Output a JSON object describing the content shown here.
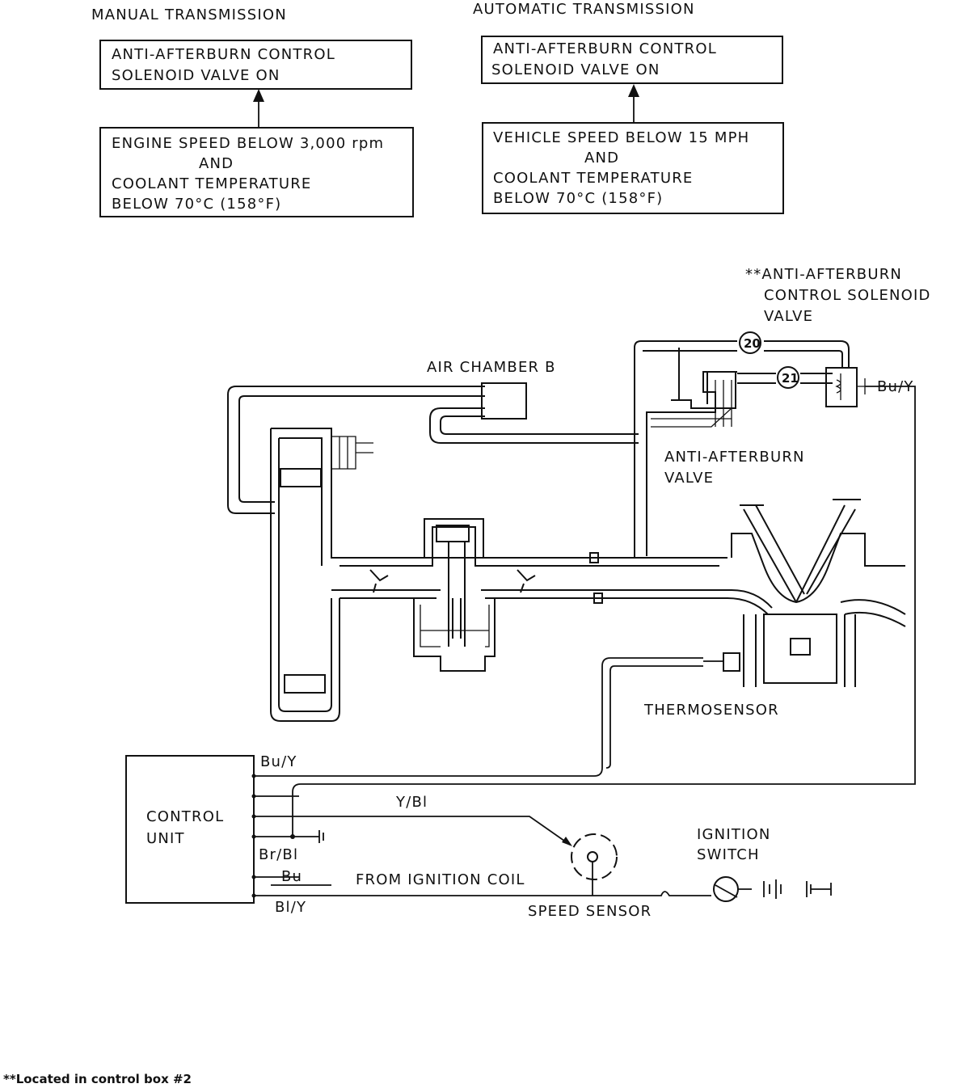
{
  "manual": {
    "heading": "MANUAL TRANSMISSION",
    "result_lines": [
      "ANTI-AFTERBURN CONTROL",
      "SOLENOID VALVE ON"
    ],
    "condition_lines": [
      "ENGINE SPEED BELOW 3,000 rpm",
      "AND",
      "COOLANT TEMPERATURE",
      "BELOW 70°C (158°F)"
    ]
  },
  "automatic": {
    "heading": "AUTOMATIC TRANSMISSION",
    "result_lines": [
      "ANTI-AFTERBURN CONTROL",
      "SOLENOID VALVE ON"
    ],
    "condition_lines": [
      "VEHICLE SPEED BELOW 15 MPH",
      "AND",
      "COOLANT TEMPERATURE",
      "BELOW 70°C (158°F)"
    ]
  },
  "labels": {
    "solenoid_lines": [
      "**ANTI-AFTERBURN",
      "CONTROL SOLENOID",
      "VALVE"
    ],
    "air_chamber": "AIR CHAMBER B",
    "valve_lines": [
      "ANTI-AFTERBURN",
      "VALVE"
    ],
    "thermosensor": "THERMOSENSOR",
    "control_unit_lines": [
      "CONTROL",
      "UNIT"
    ],
    "ignition_switch_lines": [
      "IGNITION",
      "SWITCH"
    ],
    "from_ignition_coil": "FROM IGNITION COIL",
    "speed_sensor": "SPEED SENSOR",
    "hose_20": "20",
    "hose_21": "21"
  },
  "wires": {
    "bu_y_solenoid": "Bu/Y",
    "bu_y_unit": "Bu/Y",
    "y_bl": "Y/Bl",
    "br_bl": "Br/Bl",
    "bu": "Bu",
    "bl_y": "Bl/Y"
  },
  "footnote": "**Located in control box #2"
}
